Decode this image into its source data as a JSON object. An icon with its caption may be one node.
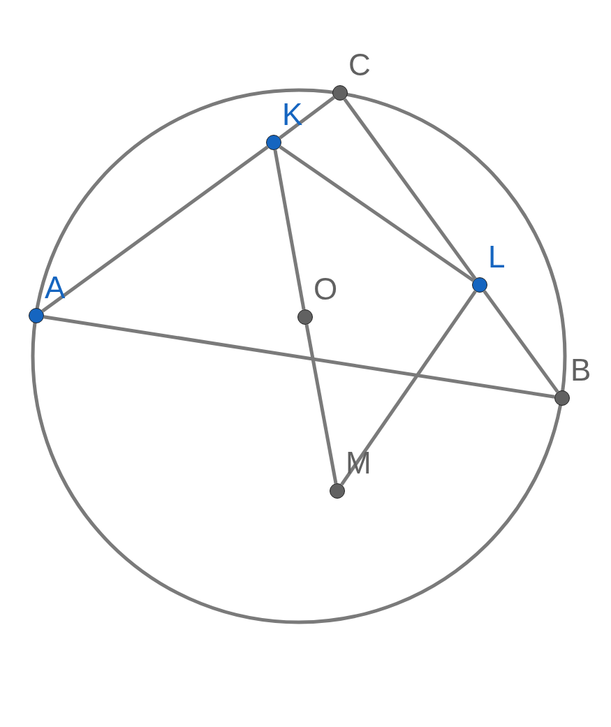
{
  "diagram": {
    "nodes": [
      {
        "text": [
          "C"
        ]
      },
      {
        "text": [
          "K"
        ]
      },
      {
        "text": [
          "L"
        ]
      },
      {
        "text": [
          "A"
        ]
      },
      {
        "text": [
          "O"
        ]
      },
      {
        "text": [
          "B"
        ]
      },
      {
        "text": [
          "M"
        ]
      }
    ],
    "edges": [
      {
        "from": 3,
        "to": 1,
        "arrow": "none"
      },
      {
        "from": 1,
        "to": 0,
        "arrow": "none"
      },
      {
        "from": 0,
        "to": 2,
        "arrow": "none"
      },
      {
        "from": 2,
        "to": 5,
        "arrow": "none"
      },
      {
        "from": 1,
        "to": 2,
        "arrow": "none"
      },
      {
        "from": 1,
        "to": 4,
        "arrow": "none"
      },
      {
        "from": 4,
        "to": 6,
        "arrow": "none"
      },
      {
        "from": 6,
        "to": 2,
        "arrow": "none"
      },
      {
        "from": 3,
        "to": 5,
        "arrow": "none"
      }
    ]
  }
}
